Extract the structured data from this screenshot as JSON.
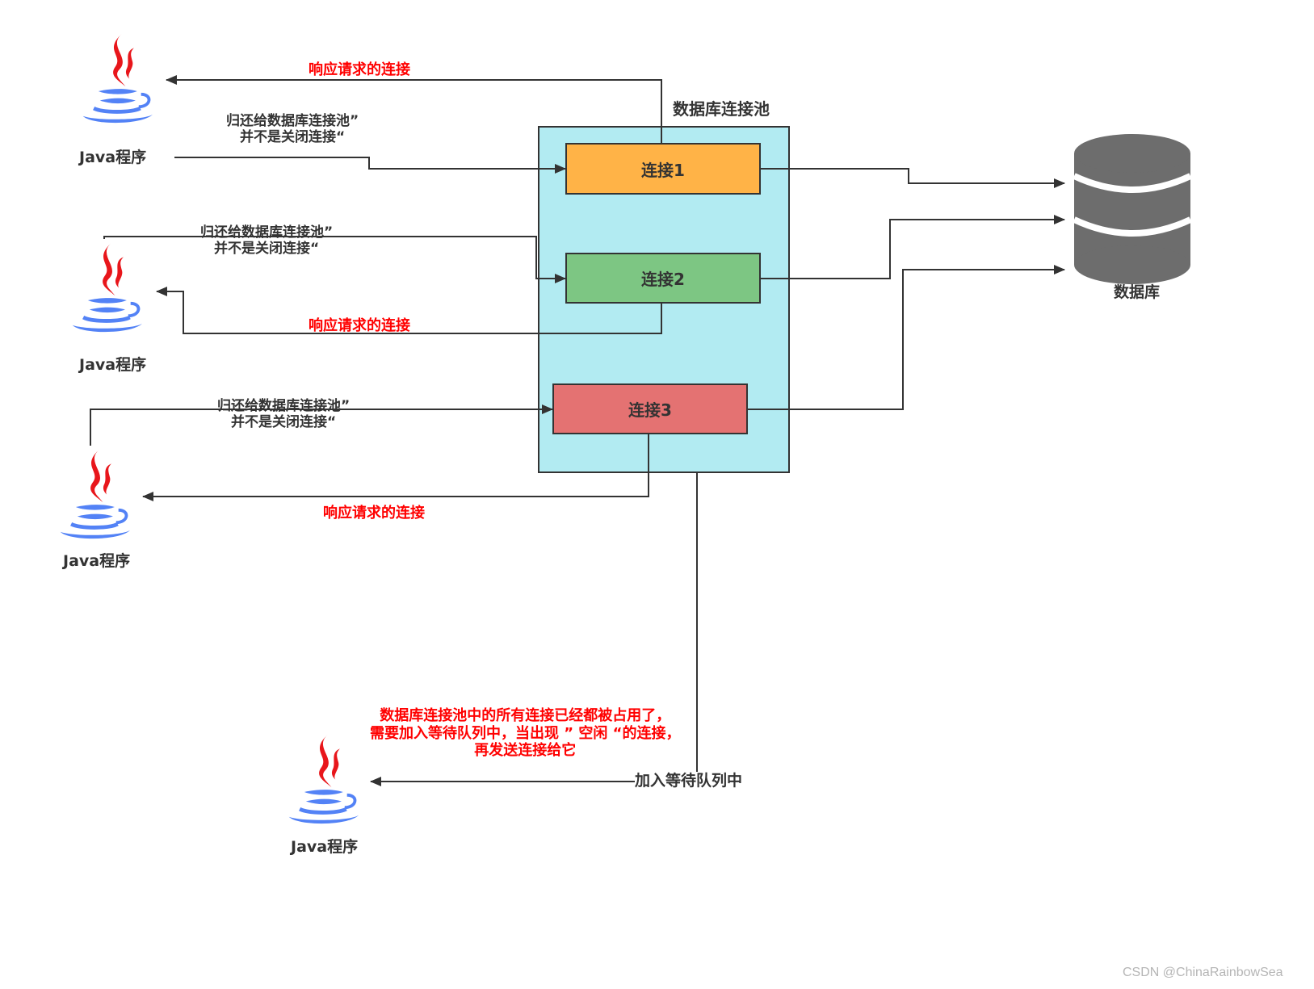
{
  "pool": {
    "title": "数据库连接池",
    "connections": [
      {
        "label": "连接1",
        "color": "#ffb347"
      },
      {
        "label": "连接2",
        "color": "#7dc683"
      },
      {
        "label": "连接3",
        "color": "#e47272"
      }
    ],
    "background": "#b2ebf2"
  },
  "database": {
    "label": "数据库",
    "color": "#6d6d6d"
  },
  "clients": [
    {
      "label": "Java程序",
      "icon": "java-cup-icon"
    },
    {
      "label": "Java程序",
      "icon": "java-cup-icon"
    },
    {
      "label": "Java程序",
      "icon": "java-cup-icon"
    },
    {
      "label": "Java程序",
      "icon": "java-cup-icon"
    }
  ],
  "edges": {
    "respond": "响应请求的连接",
    "return_line1": "归还给数据库连接池”",
    "return_line2": "并不是关闭连接“",
    "queue": "加入等待队列中"
  },
  "note": {
    "line1": "数据库连接池中的所有连接已经都被占用了，",
    "line2": "需要加入等待队列中，当出现 ” 空闲 “的连接，",
    "line3": "再发送连接给它"
  },
  "watermark": "CSDN @ChinaRainbowSea",
  "colors": {
    "accent_red": "#ff0000",
    "line": "#333333"
  }
}
